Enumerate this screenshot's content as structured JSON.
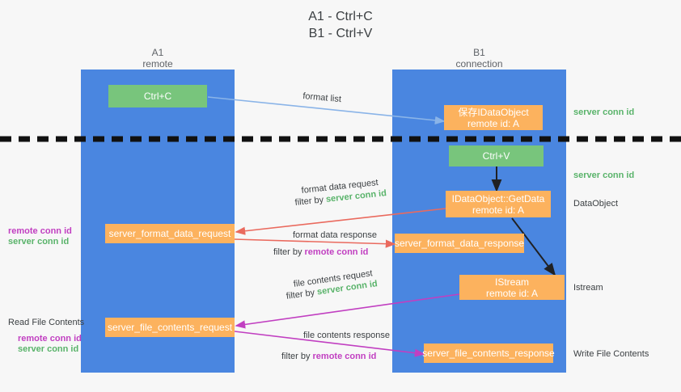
{
  "title": "A1 - Ctrl+C\nB1 - Ctrl+V",
  "lanes": [
    {
      "name": "A1",
      "sub": "remote",
      "header": "A1\nremote"
    },
    {
      "name": "B1",
      "sub": "connection",
      "header": "B1\nconnection"
    }
  ],
  "nodes": {
    "ctrl_c": "Ctrl+C",
    "save_idataobject": "保存IDataObject\nremote id: A",
    "ctrl_v": "Ctrl+V",
    "getdata": "IDataObject::GetData\nremote id: A",
    "server_format_data_request": "server_format_data_request",
    "server_format_data_response": "server_format_data_response",
    "istream": "IStream\nremote id: A",
    "server_file_contents_request": "server_file_contents_request",
    "server_file_contents_response": "server_file_contents_response"
  },
  "edge_labels": {
    "format_list": "format list",
    "format_data_request": "format data request",
    "format_data_request_filter_prefix": "filter by ",
    "format_data_request_filter_key": "server conn id",
    "format_data_response": "format data response",
    "format_data_response_filter_prefix": "filter by ",
    "format_data_response_filter_key": "remote conn id",
    "file_contents_request": "file contents request",
    "file_contents_request_filter_prefix": "filter by ",
    "file_contents_request_filter_key": "server conn id",
    "file_contents_response": "file contents response",
    "file_contents_response_filter_prefix": "filter by ",
    "file_contents_response_filter_key": "remote conn id"
  },
  "right_labels": {
    "server_conn_id_top": "server conn id",
    "server_conn_id_mid": "server conn id",
    "dataobject": "DataObject",
    "istream": "Istream",
    "write_file_contents": "Write File Contents"
  },
  "left_labels": {
    "remote_conn_id_1": "remote conn id",
    "server_conn_id_1": "server conn id",
    "read_file_contents": "Read File Contents",
    "remote_conn_id_2": "remote conn id",
    "server_conn_id_2": "server conn id"
  },
  "colors": {
    "lane": "#4a86e0",
    "green_node": "#78c57c",
    "orange_node": "#fcb25e",
    "arrow_blue": "#8ab4e8",
    "arrow_red": "#ea6a5e",
    "arrow_magenta": "#c13fc1",
    "arrow_black": "#202124",
    "green_text": "#59b36a",
    "magenta_text": "#c13fc1",
    "background": "#f7f7f7",
    "divider": "#111111"
  }
}
